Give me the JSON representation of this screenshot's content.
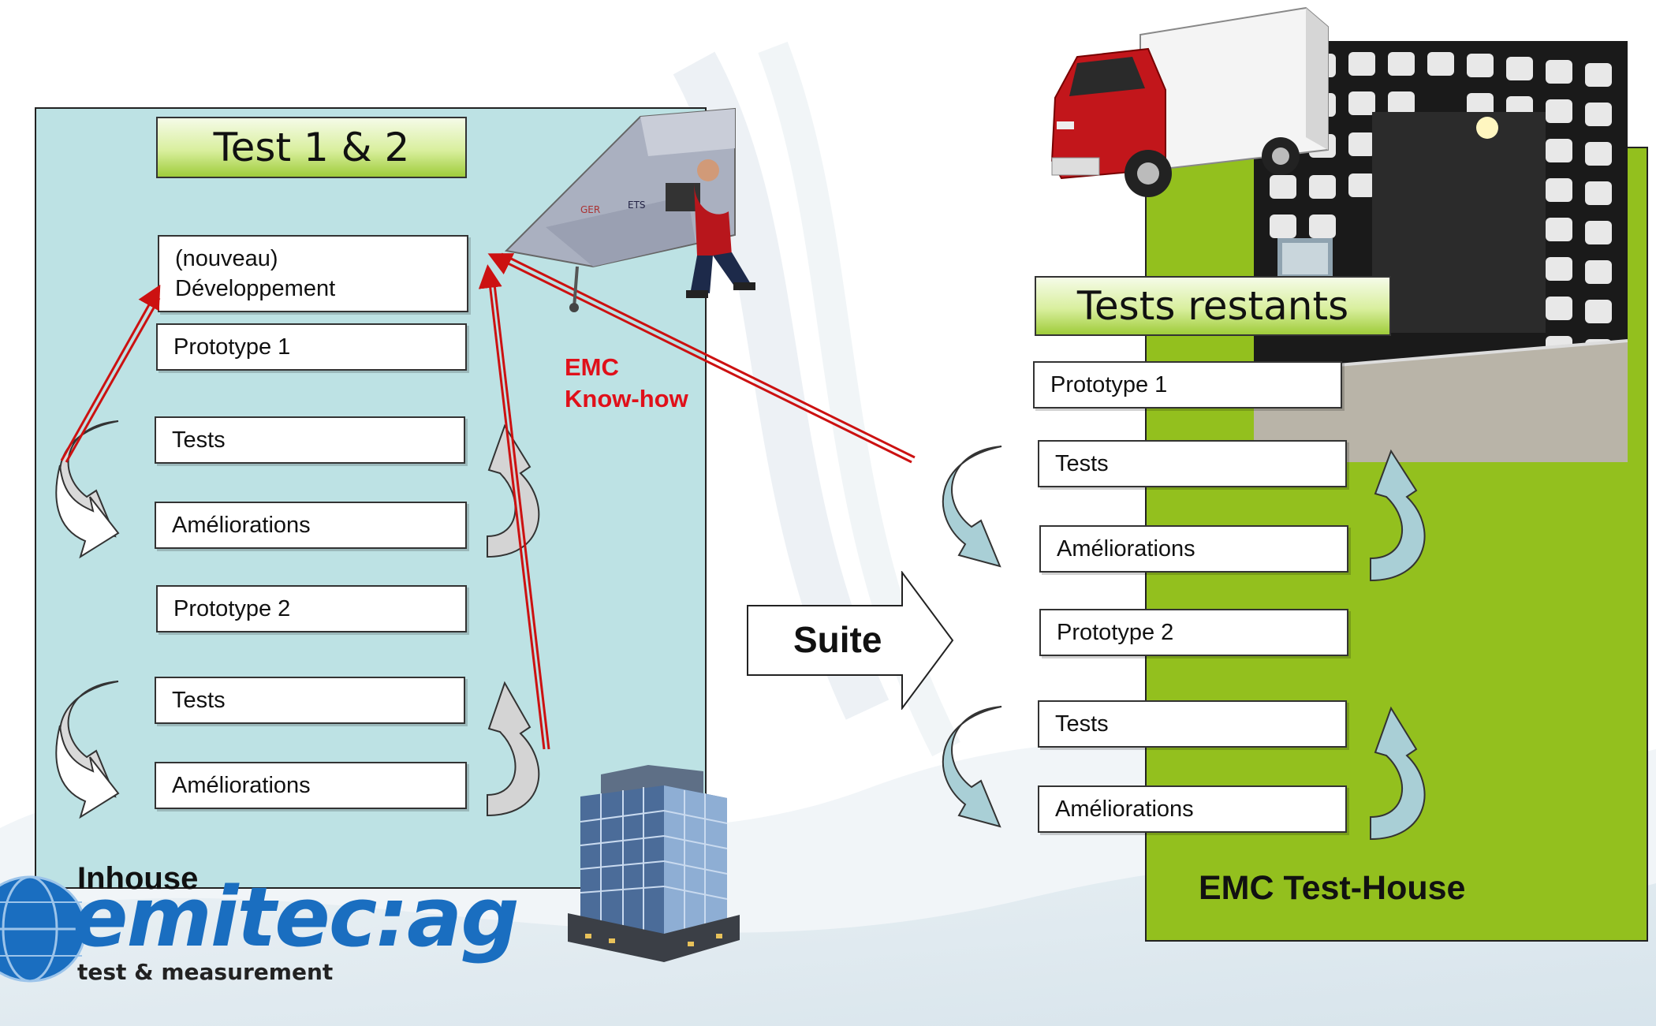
{
  "left": {
    "title": "Test 1 & 2",
    "steps": [
      {
        "line1": "(nouveau)",
        "line2": "Développement"
      },
      {
        "label": "Prototype 1"
      },
      {
        "label": "Tests"
      },
      {
        "label": "Améliorations"
      },
      {
        "label": "Prototype 2"
      },
      {
        "label": "Tests"
      },
      {
        "label": "Améliorations"
      }
    ],
    "footer_label": "Inhouse",
    "annotation_line1": "EMC",
    "annotation_line2": "Know-how"
  },
  "center": {
    "arrow_label": "Suite"
  },
  "right": {
    "title": "Tests restants",
    "steps": [
      {
        "label": "Prototype 1"
      },
      {
        "label": "Tests"
      },
      {
        "label": "Améliorations"
      },
      {
        "label": "Prototype 2"
      },
      {
        "label": "Tests"
      },
      {
        "label": "Améliorations"
      }
    ],
    "footer_label": "EMC Test-House"
  },
  "logo": {
    "brand": "emitec:ag",
    "tagline": "test & measurement"
  },
  "colors": {
    "left_panel": "#bde2e4",
    "right_panel": "#93c01e",
    "know_how_arrow": "#cc1111",
    "know_how_text": "#e0101a",
    "logo_blue": "#1a6ec0"
  },
  "icons": [
    "emc-test-tent-icon",
    "delivery-truck-icon",
    "anechoic-chamber-image",
    "office-building-icon",
    "emitec-logo"
  ]
}
